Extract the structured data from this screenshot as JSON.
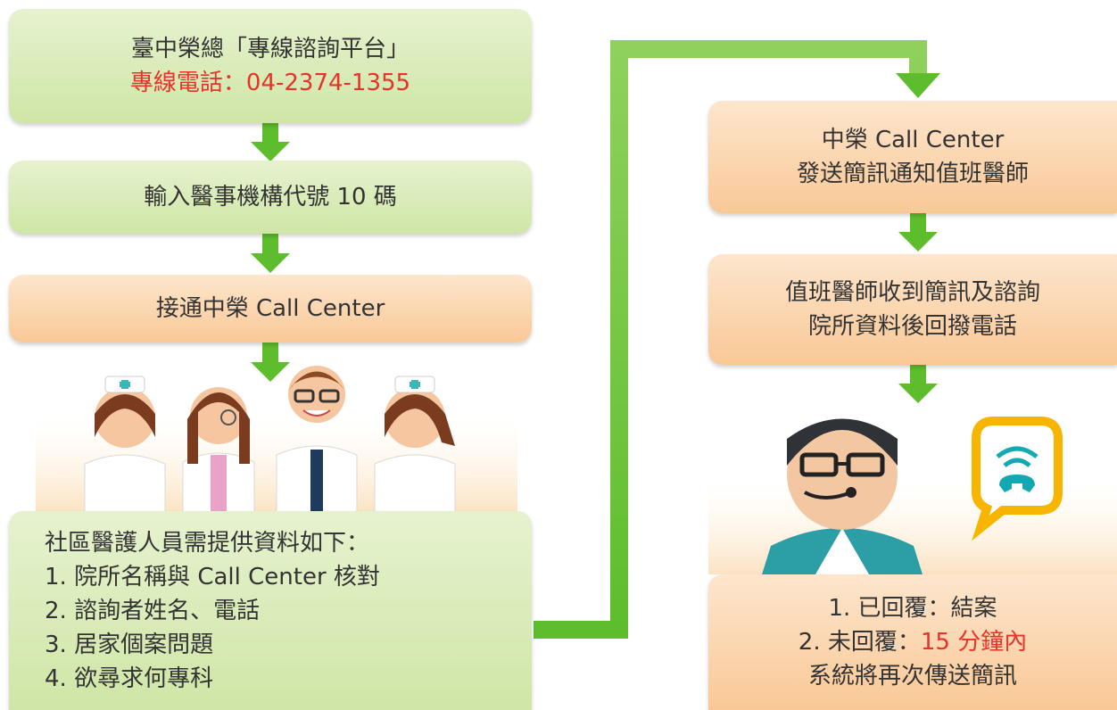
{
  "colors": {
    "arrow_green": "#5ebd2c",
    "box_green": "#d6eab3",
    "box_orange": "#fbd2a6",
    "highlight_red": "#e8322a",
    "text": "#333333",
    "phone_badge": "#f7b500",
    "phone_icon": "#14a9b2"
  },
  "left_column": {
    "hotline_box": {
      "title": "臺中榮總「專線諮詢平台」",
      "phone_line": "專線電話：04-2374-1355"
    },
    "code_box": {
      "text": "輸入醫事機構代號 10 碼"
    },
    "connect_box": {
      "text": "接通中榮 Call Center"
    },
    "staff_illustration": {
      "icon": "medical-staff-group-icon"
    },
    "info_box": {
      "heading": "社區醫護人員需提供資料如下：",
      "items": [
        "1. 院所名稱與 Call Center 核對",
        "2. 諮詢者姓名、電話",
        "3. 居家個案問題",
        "4. 欲尋求何專科"
      ]
    }
  },
  "right_column": {
    "sms_box": {
      "line1": "中榮 Call Center",
      "line2": "發送簡訊通知值班醫師"
    },
    "callback_box": {
      "line1": "值班醫師收到簡訊及諮詢",
      "line2": "院所資料後回撥電話"
    },
    "doctor_illustration": {
      "icon": "doctor-headset-icon",
      "badge_icon": "phone-call-icon"
    },
    "result_box": {
      "line1": "1. 已回覆：結案",
      "line2_prefix": "2. 未回覆：",
      "line2_highlight": "15 分鐘內",
      "line3": "系統將再次傳送簡訊"
    }
  }
}
